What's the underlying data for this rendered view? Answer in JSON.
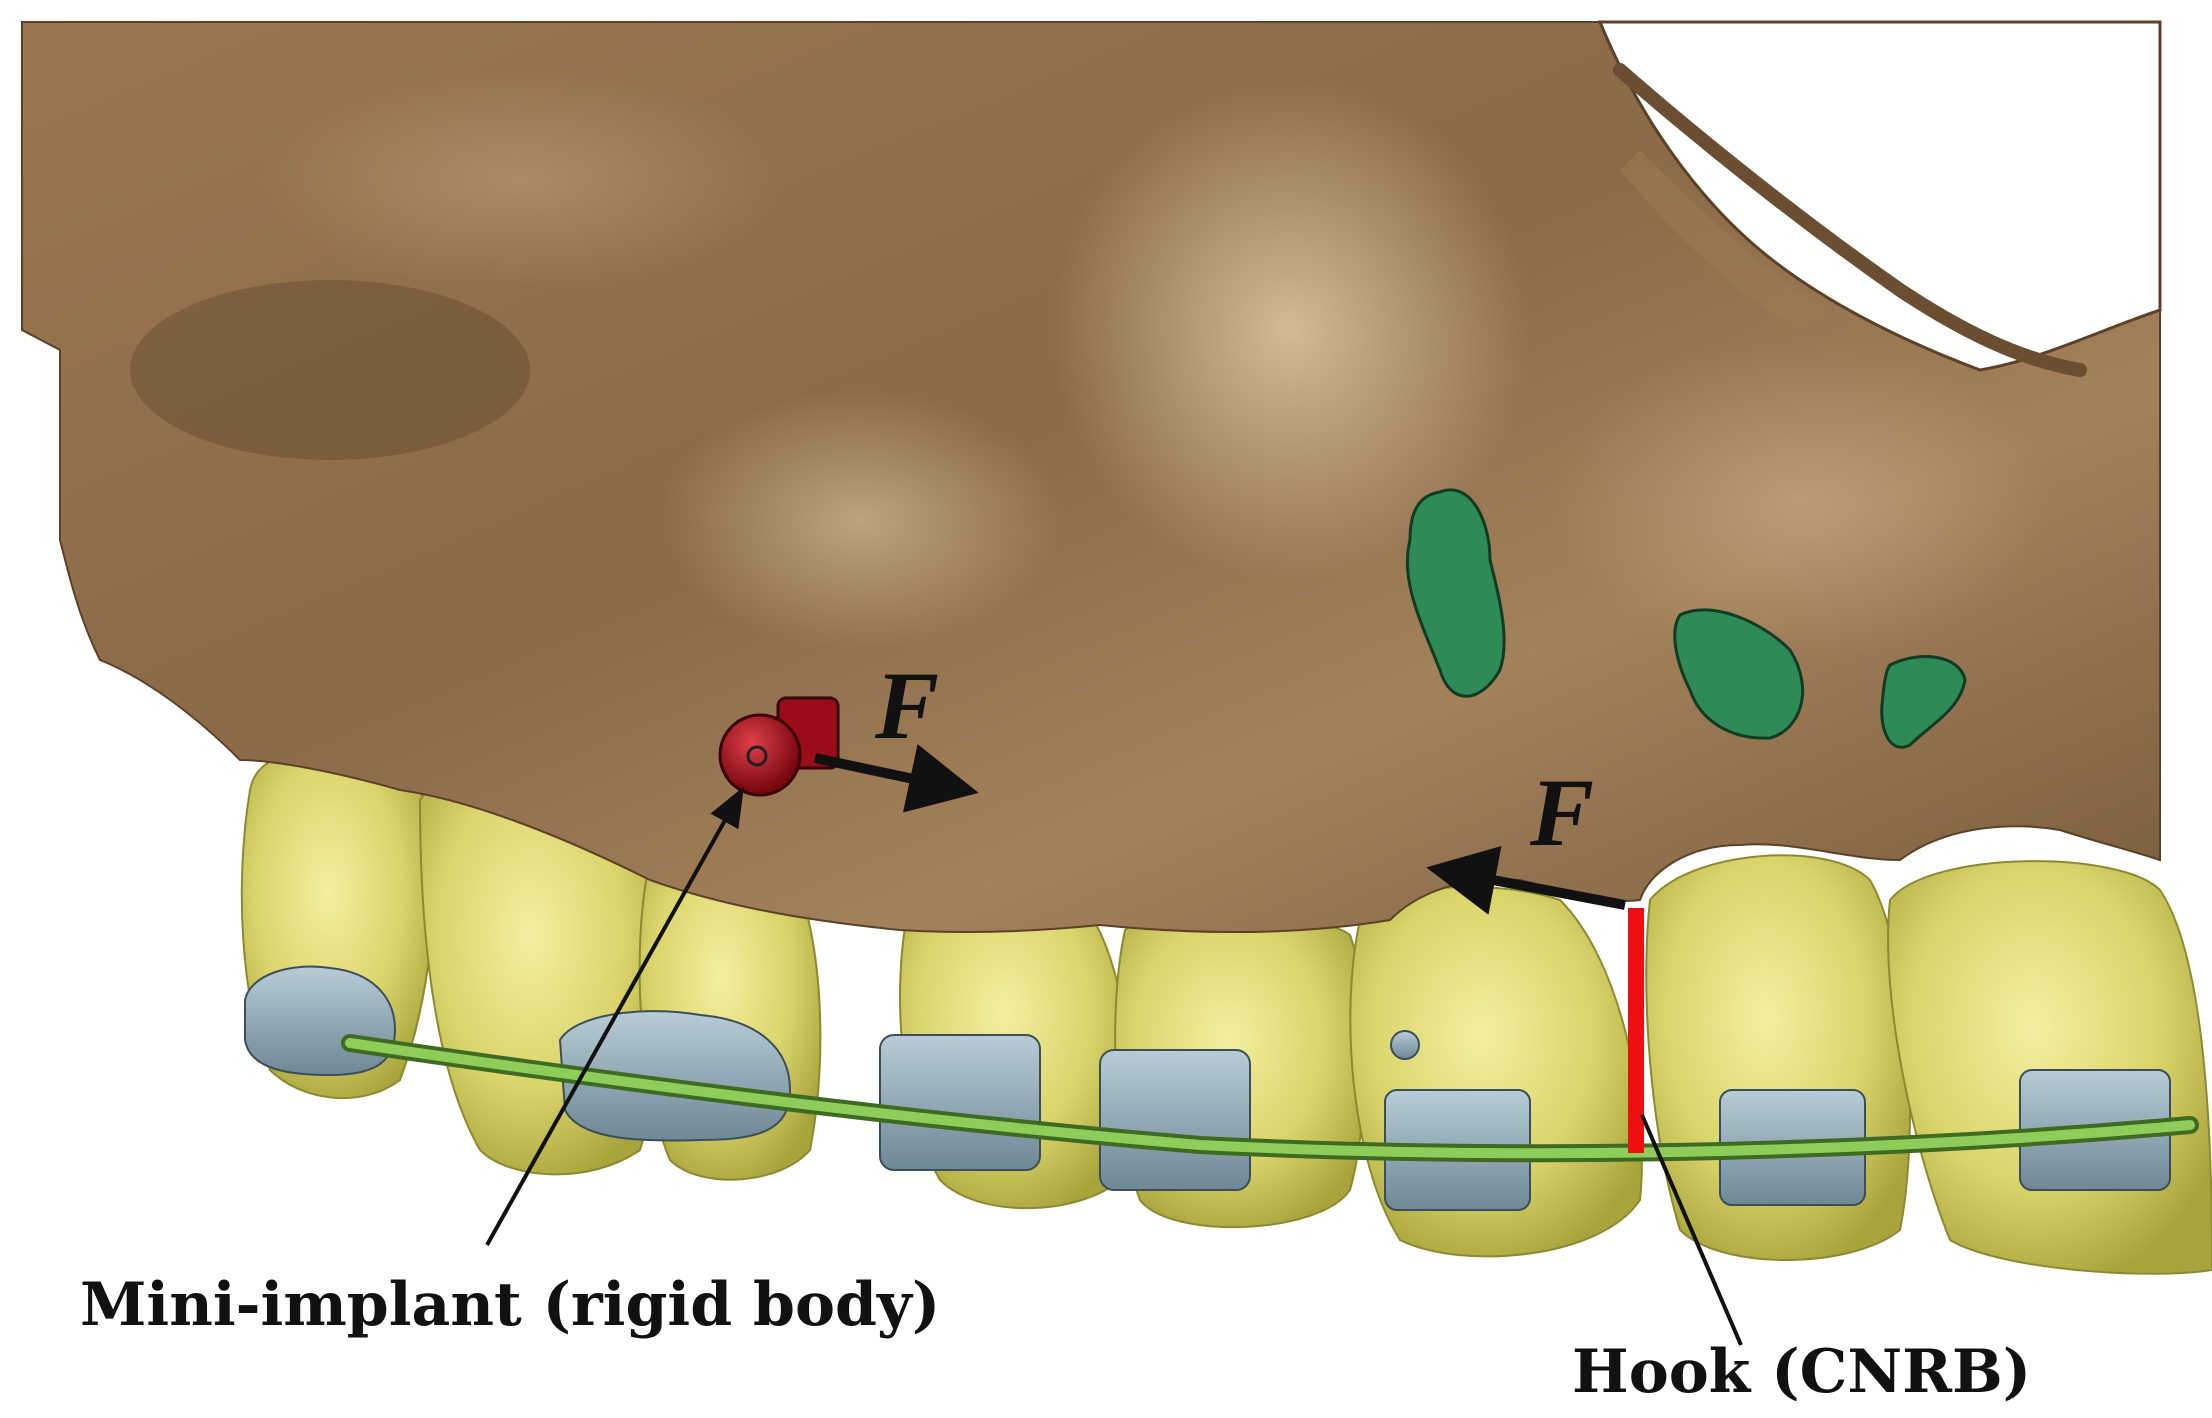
{
  "labels": {
    "mini_implant": "Mini-implant (rigid body)",
    "hook": "Hook (CNRB)",
    "force_1": "F",
    "force_2": "F"
  },
  "colors": {
    "bone": "#8a6a47",
    "bone_light": "#c8a97f",
    "tooth": "#d9d46a",
    "tooth_shadow": "#a8a43c",
    "bracket": "#8fa8b4",
    "archwire": "#7bb84a",
    "mini_implant": "#b01020",
    "hook": "#ee1010",
    "foramen": "#2e8a56",
    "arrow": "#111111"
  }
}
